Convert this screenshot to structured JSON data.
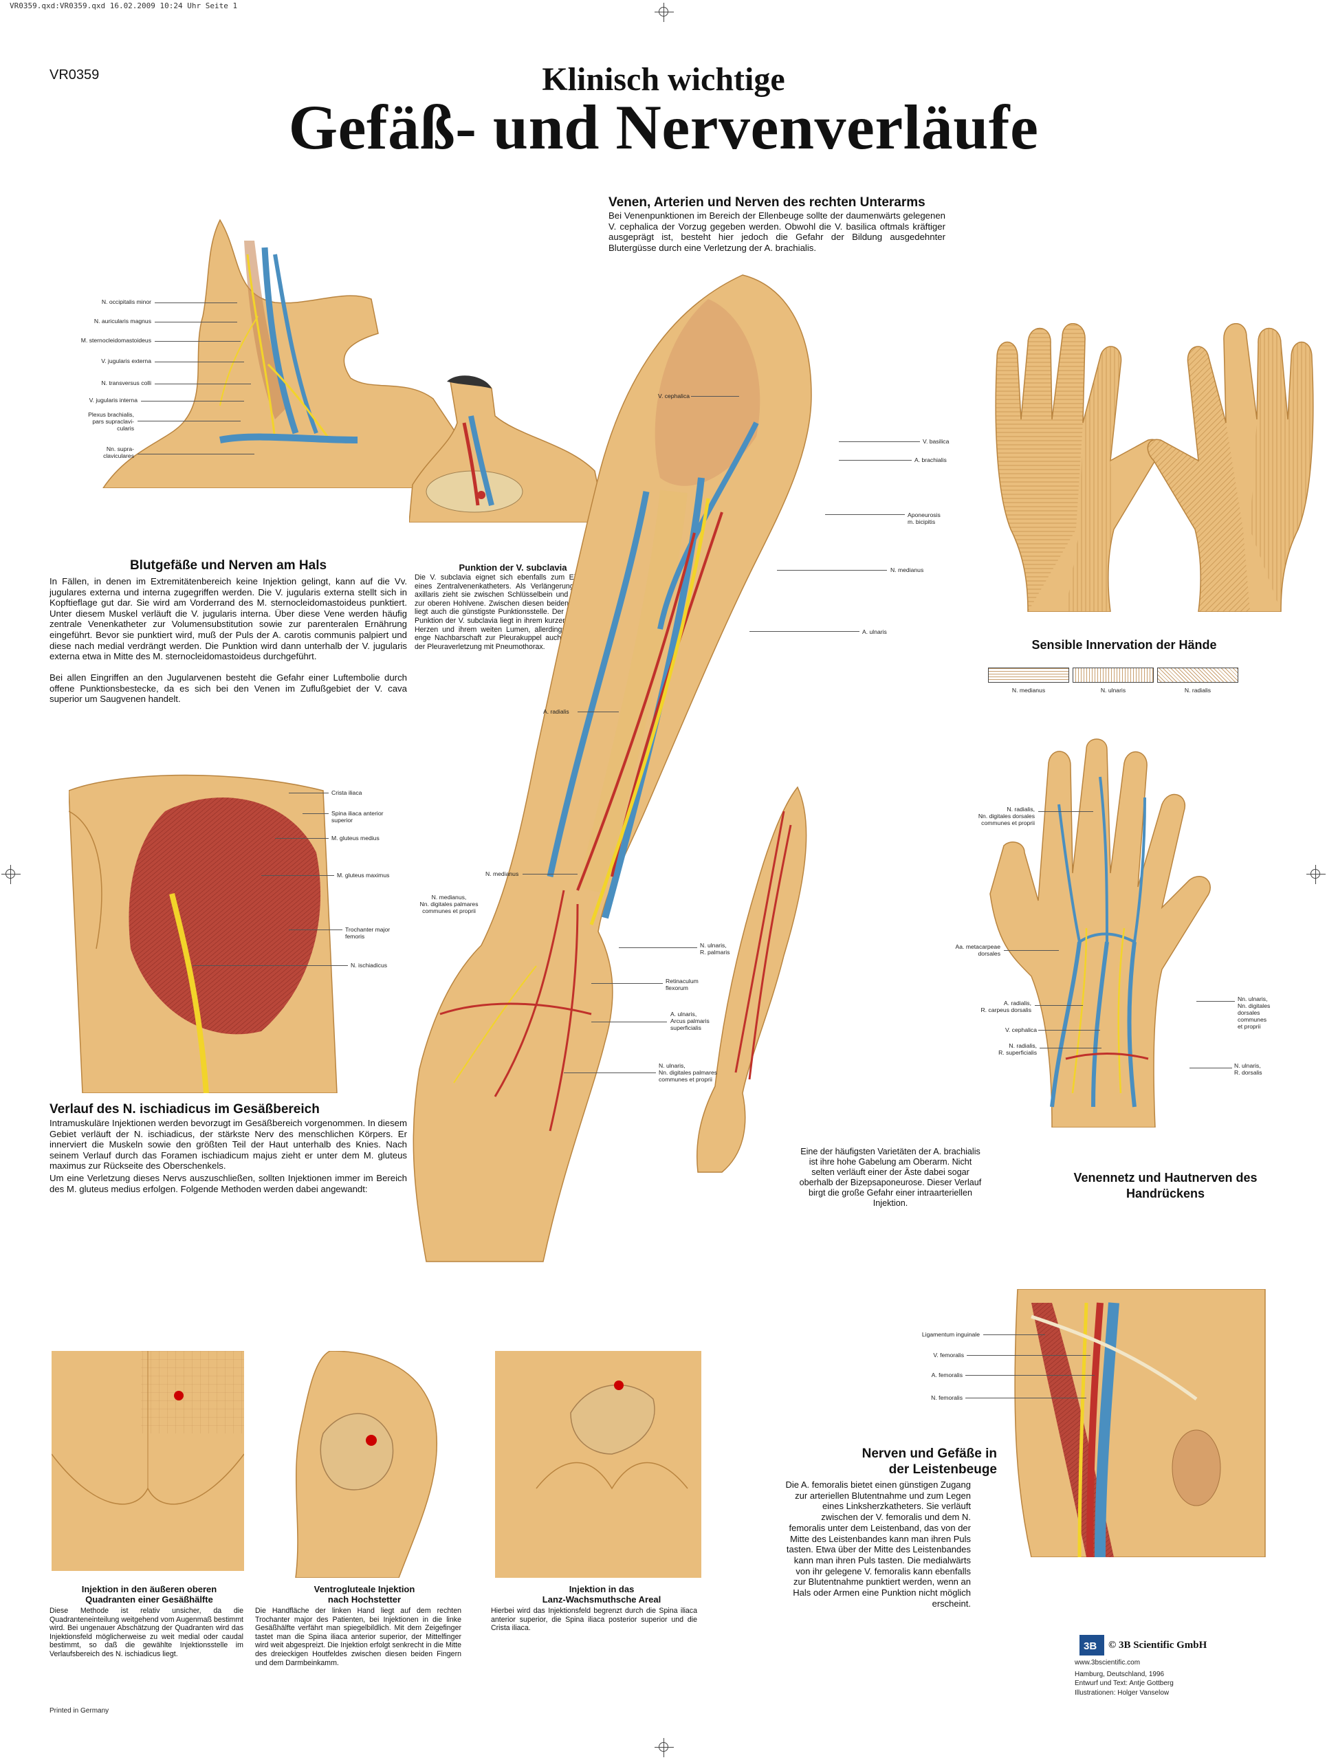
{
  "print_header": "VR0359.qxd:VR0359.qxd  16.02.2009  10:24 Uhr  Seite 1",
  "product_code": "VR0359",
  "title": {
    "line1": "Klinisch wichtige",
    "line2": "Gefäß- und Nervenverläufe"
  },
  "forearm": {
    "heading": "Venen, Arterien und Nerven des rechten Unterarms",
    "text": "Bei Venenpunktionen im Bereich der Ellenbeuge sollte der daumenwärts gelegenen V. cephalica der Vorzug gegeben werden. Obwohl die V. basilica oftmals kräftiger ausgeprägt ist, besteht hier jedoch die Gefahr der Bildung ausgedehnter Blutergüsse durch eine Verletzung der A. brachialis.",
    "labels": {
      "v_cephalica": "V. cephalica",
      "v_basilica": "V. basilica",
      "a_brachialis": "A. brachialis",
      "aponeurosis": "Aponeurosis\nm. bicipitis",
      "n_medianus_1": "N. medianus",
      "a_ulnaris": "A. ulnaris",
      "a_radialis": "A. radialis",
      "n_medianus_2": "N. medianus",
      "n_med_dig": "N. medianus,\nNn. digitales palmares\ncommunes et proprii",
      "n_ulnaris_r": "N. ulnaris,\nR. palmaris",
      "retinaculum": "Retinaculum\nflexorum",
      "a_ulnaris_arcus": "A. ulnaris,\nArcus palmaris\nsuperficialis",
      "n_ulnaris_dig": "N. ulnaris,\nNn. digitales palmares\ncommunes et proprii"
    },
    "variant_text": "Eine der häufigsten Varietäten der A. brachialis ist ihre hohe Gabelung am Oberarm. Nicht selten verläuft einer der Äste dabei sogar oberhalb der Bizepsaponeurose. Dieser Verlauf birgt die große Gefahr einer intraarteriellen Injektion."
  },
  "neck": {
    "labels": [
      "N. occipitalis minor",
      "N. auricularis magnus",
      "M. sternocleidomastoideus",
      "V. jugularis externa",
      "N. transversus colli",
      "V. jugularis interna",
      "Plexus brachialis,\npars supraclavi-\ncularis",
      "Nn. supra-\nclaviculares"
    ],
    "heading": "Blutgefäße und Nerven am Hals",
    "text1": "In Fällen, in denen im Extremitätenbereich keine Injektion gelingt, kann auf die Vv. jugulares externa und interna zugegriffen werden. Die V. jugularis externa stellt sich in Kopftieflage gut dar. Sie wird am Vorderrand des M. sternocleidomastoideus punktiert. Unter diesem Muskel verläuft die V. jugularis interna. Über diese Vene werden häufig zentrale Venenkatheter zur Volumensubstitution sowie zur parenteralen Ernährung eingeführt. Bevor sie punktiert wird, muß der Puls der A. carotis communis palpiert und diese nach medial verdrängt werden. Die Punktion wird dann unterhalb der V. jugularis externa etwa in Mitte des M. sternocleidomastoideus durchgeführt.",
    "text2": "Bei allen Eingriffen an den Jugularvenen besteht die Gefahr einer Luftembolie durch offene Punktionsbestecke, da es sich bei den Venen im Zuflußgebiet der V. cava superior um Saugvenen handelt."
  },
  "subclavia": {
    "heading": "Punktion der V. subclavia",
    "text": "Die V. subclavia eignet sich ebenfalls zum Einführen eines Zentralvenenkatheters. Als Verlängerung der V. axillaris zieht sie zwischen Schlüsselbein und 1. Rippe zur oberen Hohlvene. Zwischen diesen beiden Knochen liegt auch die günstigste Punktionsstelle. Der Vorteil der Punktion der V. subclavia liegt in ihrem kurzen Weg zum Herzen und ihrem weiten Lumen, allerdings birgt ihre enge Nachbarschaft zur Pleurakuppel auch das Risiko der Pleuraverletzung mit Pneumothorax."
  },
  "hands": {
    "heading": "Sensible Innervation der Hände",
    "legend": [
      "N. medianus",
      "N. ulnaris",
      "N. radialis"
    ]
  },
  "gluteal": {
    "labels": [
      "Crista iliaca",
      "Spina iliaca anterior\nsuperior",
      "M. gluteus medius",
      "M. gluteus maximus",
      "Trochanter major\nfemoris",
      "N. ischiadicus"
    ],
    "heading": "Verlauf des N. ischiadicus im Gesäßbereich",
    "text1": "Intramuskuläre Injektionen werden bevorzugt im Gesäßbereich vorgenommen. In diesem Gebiet verläuft der N. ischiadicus, der stärkste Nerv des menschlichen Körpers. Er innerviert die Muskeln sowie den größten Teil der Haut unterhalb des Knies. Nach seinem Verlauf durch das Foramen ischiadicum majus zieht er unter dem M. gluteus maximus zur Rückseite des Oberschenkels.",
    "text2": "Um eine Verletzung dieses Nervs auszuschließen, sollten Injektionen immer im Bereich des M. gluteus medius erfolgen. Folgende Methoden werden dabei angewandt:"
  },
  "dorsum": {
    "labels": {
      "n_radialis": "N. radialis,\nNn. digitales dorsales\ncommunes et proprii",
      "aa_metacarpeae": "Aa. metacarpeae\ndorsales",
      "a_radialis": "A. radialis,\nR. carpeus dorsalis",
      "v_cephalica": "V. cephalica",
      "n_radialis_sup": "N. radialis,\nR. superficialis",
      "n_ulnaris_dig": "Nn. ulnaris,\nNn. digitales\ndorsales\ncommunes\net proprii",
      "n_ulnaris_r": "N. ulnaris,\nR. dorsalis"
    },
    "heading": "Venennetz und Hautnerven des Handrückens"
  },
  "injections": [
    {
      "heading": "Injektion in den äußeren oberen\nQuadranten einer Gesäßhälfte",
      "text": "Diese Methode ist relativ unsicher, da die Quadranteneinteilung weitgehend vom Augenmaß bestimmt wird. Bei ungenauer Abschätzung der Quadranten wird das Injektionsfeld möglicherweise zu weit medial oder caudal bestimmt, so daß die gewählte Injektionsstelle im Verlaufsbereich des N. ischiadicus liegt."
    },
    {
      "heading": "Ventrogluteale Injektion\nnach Hochstetter",
      "text": "Die Handfläche der linken Hand liegt auf dem rechten Trochanter major des Patienten, bei Injektionen in die linke Gesäßhälfte verfährt man spiegelbildlich. Mit dem Zeigefinger tastet man die Spina iliaca anterior superior, der Mittelfinger wird weit abgespreizt. Die Injektion erfolgt senkrecht in die Mitte des dreieckigen Houtfeldes zwischen diesen beiden Fingern und dem Darmbeinkamm."
    },
    {
      "heading": "Injektion in das\nLanz-Wachsmuthsche Areal",
      "text": "Hierbei wird das Injektionsfeld begrenzt durch die Spina iliaca anterior superior, die Spina iliaca posterior superior und die Crista iliaca."
    }
  ],
  "groin": {
    "labels": [
      "Ligamentum inguinale",
      "V. femoralis",
      "A. femoralis",
      "N. femoralis"
    ],
    "heading": "Nerven und Gefäße in\nder Leistenbeuge",
    "text": "Die A. femoralis bietet einen günstigen Zugang zur arteriellen Blutentnahme und zum Legen eines Linksherzkatheters. Sie verläuft zwischen der V. femoralis und dem N. femoralis unter dem Leistenband, das von der Mitte des Leistenbandes kann man ihren Puls tasten. Etwa über der Mitte des Leistenbandes kann man ihren Puls tasten. Die medialwärts von ihr gelegene V. femoralis kann ebenfalls zur Blutentnahme punktiert werden, wenn an Hals oder Armen eine Punktion nicht möglich erscheint."
  },
  "footer": {
    "brand": "© 3B Scientific GmbH",
    "url": "www.3bscientific.com",
    "place": "Hamburg, Deutschland, 1996",
    "design": "Entwurf und Text: Antje Gottberg",
    "illus": "Illustrationen: Holger Vanselow",
    "printed": "Printed in Germany"
  },
  "colors": {
    "skin": "#e8b974",
    "skin_dark": "#c98a45",
    "vein": "#4a8fc0",
    "artery": "#c0312b",
    "nerve": "#f2d42a",
    "muscle": "#b9473a"
  }
}
